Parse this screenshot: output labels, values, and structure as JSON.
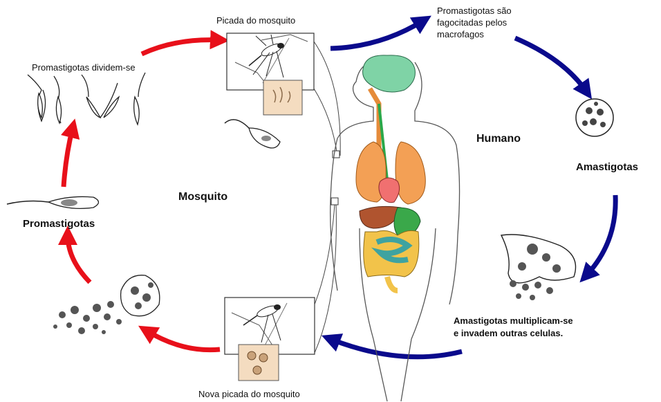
{
  "labels": {
    "bite": "Picada do mosquito",
    "phagocytosed_line1": "Promastigotas são",
    "phagocytosed_line2": "fagocitadas pelos",
    "phagocytosed_line3": "macrofagos",
    "dividing": "Promastigotas dividem-se",
    "human": "Humano",
    "mosquito": "Mosquito",
    "amastigotes": "Amastigotas",
    "promastigotes": "Promastigotas",
    "multiply_line1": "Amastigotas multiplicam-se",
    "multiply_line2": "e invadem outras celulas.",
    "new_bite": "Nova picada do mosquito"
  },
  "colors": {
    "mosquito_arrow": "#e8101a",
    "human_arrow": "#0a0a8c",
    "brain": "#7fd3a6",
    "lungs": "#f3a055",
    "heart": "#f07070",
    "liver": "#b0542f",
    "stomach": "#3aa84a",
    "intestine": "#f2c34a",
    "small_intestine": "#3fa3a0",
    "inset_bg": "#f4dcc0"
  }
}
